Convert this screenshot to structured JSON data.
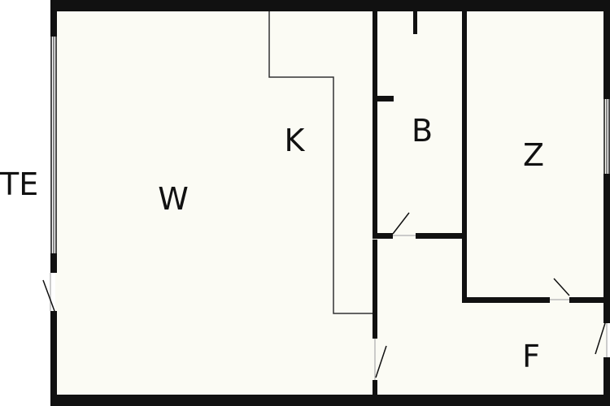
{
  "floorplan": {
    "rooms": {
      "living": "W",
      "kitchen": "K",
      "bathroom": "B",
      "bedroom": "Z",
      "hallway": "F"
    },
    "outside": "TE"
  },
  "colors": {
    "background": "#ffffff",
    "floor": "#fbfbf4",
    "wall": "#111111",
    "opening": "#ffffff"
  }
}
